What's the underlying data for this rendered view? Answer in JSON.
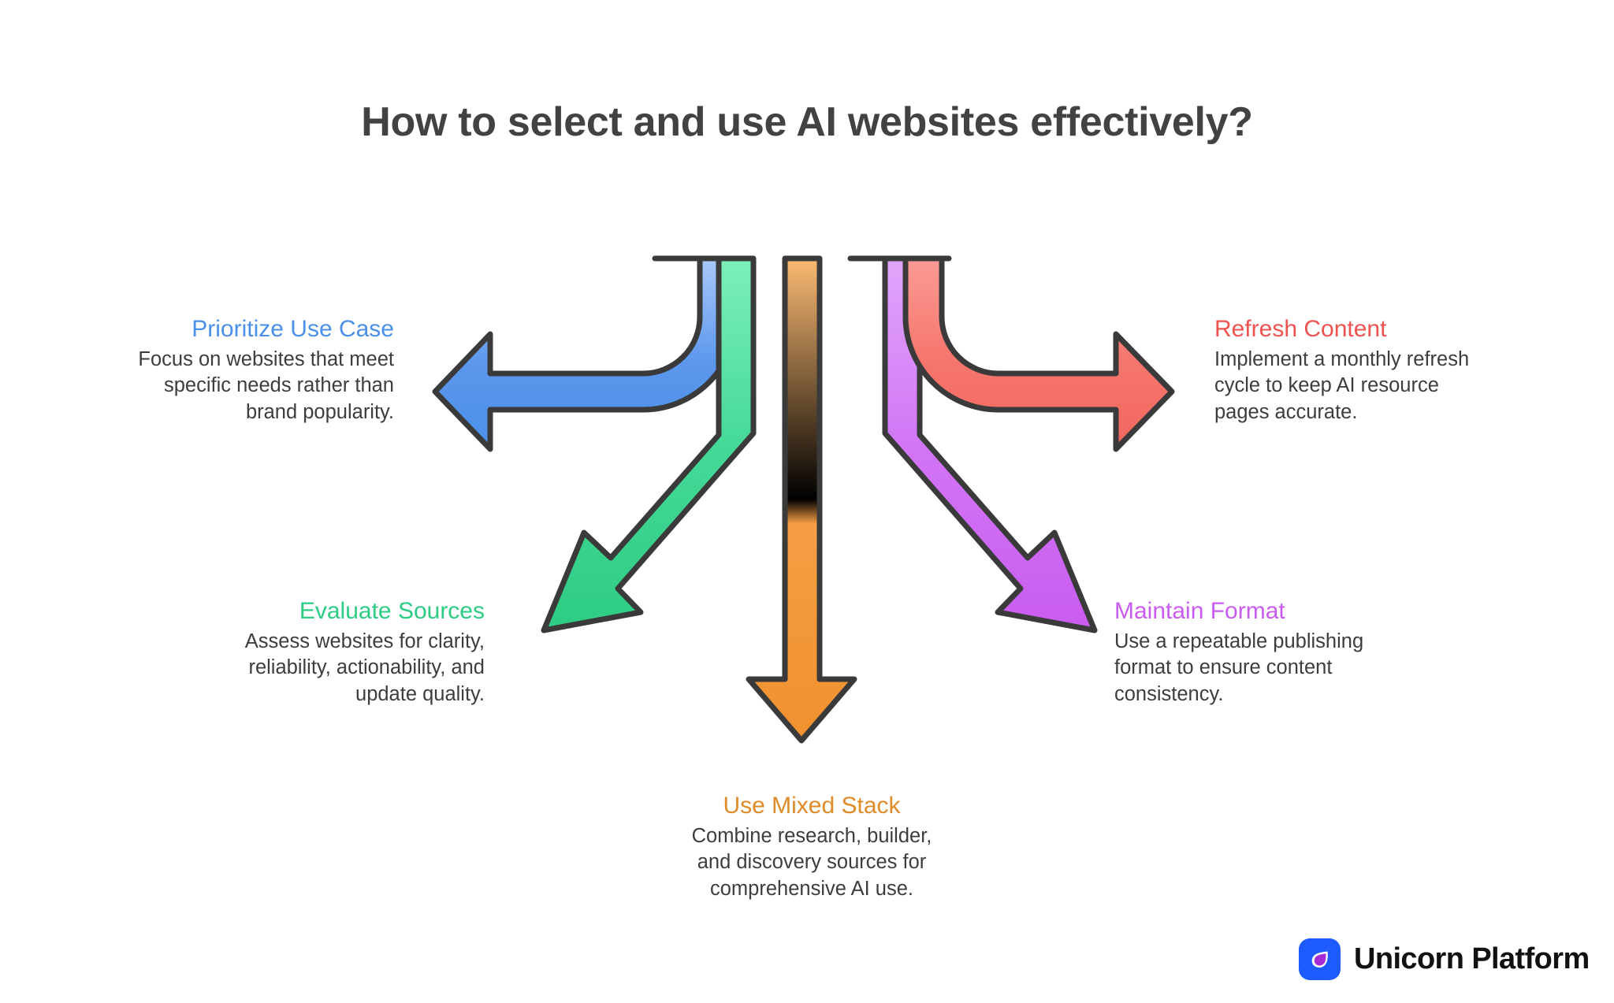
{
  "page": {
    "title": "How to select and use AI websites effectively?",
    "background": "#ffffff",
    "title_color": "#424242"
  },
  "brand": {
    "name": "Unicorn Platform",
    "logo_icon": "unicorn-platform-droplet-logo",
    "logo_background": "#1e5bff",
    "logo_droplet_outer": "#ffffff",
    "logo_droplet_inner": "#a52bd6"
  },
  "diagram": {
    "type": "diverging-arrows",
    "arrow_outline_color": "#3a3a3a",
    "branch_count": 5,
    "branches": [
      {
        "id": "prioritize-use-case",
        "heading": "Prioritize Use Case",
        "body": "Focus on websites that meet\nspecific needs rather than\nbrand popularity.",
        "color": "#4a90e8",
        "color_light": "#a9c8fb",
        "direction": "left",
        "text_align": "right",
        "icon": "arrow-left-icon"
      },
      {
        "id": "evaluate-sources",
        "heading": "Evaluate Sources",
        "body": "Assess websites for clarity,\nreliability, actionability, and\nupdate quality.",
        "color": "#2ecc83",
        "color_light": "#7defb9",
        "direction": "down-left",
        "text_align": "right",
        "icon": "arrow-down-left-icon"
      },
      {
        "id": "use-mixed-stack",
        "heading": "Use Mixed Stack",
        "body": "Combine research, builder,\nand discovery sources for\ncomprehensive AI use.",
        "color": "#f0912f",
        "color_light": "#fcbb73",
        "direction": "down",
        "text_align": "center",
        "icon": "arrow-down-icon"
      },
      {
        "id": "maintain-format",
        "heading": "Maintain Format",
        "body": "Use a repeatable publishing\nformat to ensure content\nconsistency.",
        "color": "#c95cf0",
        "color_light": "#e0a6fb",
        "direction": "down-right",
        "text_align": "left",
        "icon": "arrow-down-right-icon"
      },
      {
        "id": "refresh-content",
        "heading": "Refresh Content",
        "body": "Implement a monthly refresh\ncycle to keep AI resource\npages accurate.",
        "color": "#f2675f",
        "color_light": "#fb9a94",
        "direction": "right",
        "text_align": "left",
        "icon": "arrow-right-icon"
      }
    ]
  }
}
